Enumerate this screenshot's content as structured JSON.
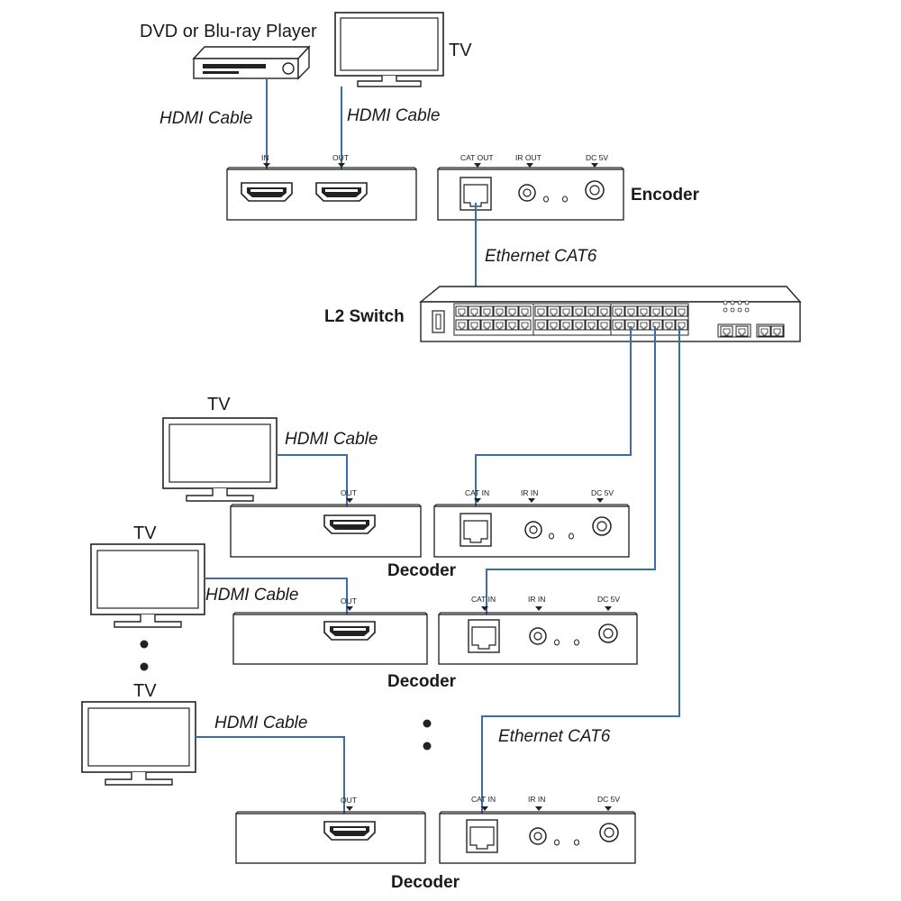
{
  "labels": {
    "dvd_player": "DVD or Blu-ray Player",
    "tv": "TV",
    "hdmi_cable": "HDMI Cable",
    "encoder": "Encoder",
    "decoder": "Decoder",
    "ethernet_cat6": "Ethernet CAT6",
    "l2_switch": "L2 Switch"
  },
  "ports": {
    "in": "IN",
    "out": "OUT",
    "cat_out": "CAT OUT",
    "cat_in": "CAT IN",
    "ir_out": "IR OUT",
    "ir_in": "IR IN",
    "dc": "DC 5V"
  },
  "colors": {
    "cable": "#3a6ea8",
    "line": "#2a2a2a"
  }
}
